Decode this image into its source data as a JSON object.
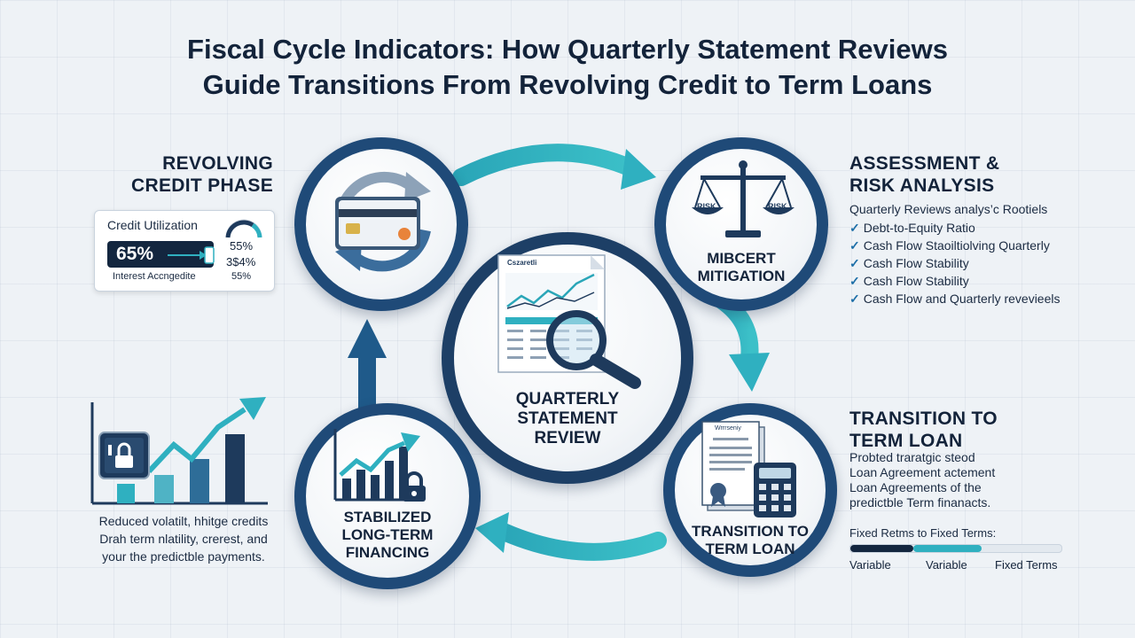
{
  "title": {
    "line1": "Fiscal Cycle Indicators: How Quarterly Statement Reviews",
    "line2": "Guide Transitions From Revolving Credit to Term Loans"
  },
  "colors": {
    "navy": "#1f4a78",
    "teal": "#2fb0c0",
    "dark": "#13233a",
    "accent": "#e8833a"
  },
  "revolving": {
    "heading_line1": "REVOLVING",
    "heading_line2": "CREDIT PHASE",
    "card": {
      "label": "Credit Utilization",
      "value": "65%",
      "stat1": "55%",
      "stat2": "3$4%",
      "stat3": "55%",
      "footer": "Interest Accngedite"
    }
  },
  "assessment": {
    "heading_line1": "ASSESSMENT &",
    "heading_line2": "RISK ANALYSIS",
    "intro": "Quarterly Reviews analys’c Rootiels",
    "checks": [
      "Debt-to-Equity Ratio",
      "Cash Flow Staoiltiolving Quarterly",
      "Cash Flow Stability",
      "Cash Flow Stability",
      "Cash Flow and Quarterly revevieels"
    ],
    "risk_left": "RISK",
    "risk_right": "RISK"
  },
  "mitigation": {
    "line1": "MIBCERT",
    "line2": "MITIGATION"
  },
  "center": {
    "line1": "QUARTERLY",
    "line2": "STATEMENT",
    "line3": "REVIEW",
    "doc_label": "Cszaretli"
  },
  "transition": {
    "heading_line1": "TRANSITION TO",
    "heading_line2": "TERM LOAN",
    "desc": [
      "Probted traratgic steod",
      "Loan Agreement actement",
      "Loan Agreements of the",
      "predictble Term finanacts."
    ],
    "circle_line1": "TRANSITION TO",
    "circle_line2": "TERM LOAN",
    "doc_label": "Wrrrseniy",
    "terms_label": "Fixed Retms to Fixed Terms:",
    "terms": [
      "Variable",
      "Variable",
      "Fixed Terms"
    ],
    "terms_progress": [
      0.3,
      0.62
    ]
  },
  "stabilized": {
    "line1": "STABILIZED",
    "line2": "LONG-TERM",
    "line3": "FINANCING",
    "desc": [
      "Reduced volatilt, hhitge credits",
      "Drah term nlatility, crerest, and",
      "your the predictble payments."
    ]
  },
  "icons": [
    "credit-card-icon",
    "refresh-arrows-icon",
    "balance-scale-icon",
    "magnifier-icon",
    "contract-document-icon",
    "calculator-icon",
    "growth-chart-icon",
    "padlock-icon",
    "check-icon"
  ]
}
